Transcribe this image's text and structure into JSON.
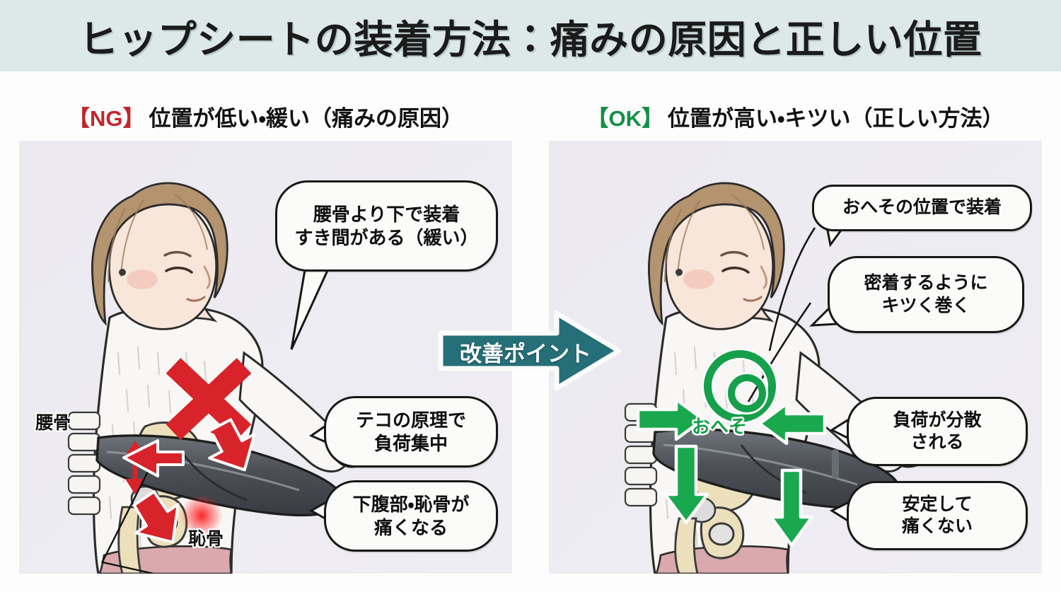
{
  "header": {
    "title": "ヒップシートの装着方法：痛みの原因と正しい位置",
    "bg_color": "#dde9e9"
  },
  "sections": {
    "ng": {
      "tag": "【NG】",
      "tag_color": "#c0262c",
      "heading": "位置が低い・緩い（痛みの原因）",
      "bubbles": [
        {
          "name": "bubble-worn-below-hipbone",
          "line1": "腰骨より下で装着",
          "line2": "すき間がある（緩い）"
        },
        {
          "name": "bubble-lever-load",
          "line1": "テコの原理で",
          "line2": "負荷集中"
        },
        {
          "name": "bubble-pain-location",
          "line1": "下腹部・恥骨が",
          "line2": "痛くなる"
        }
      ],
      "labels": [
        {
          "name": "label-hipbone",
          "text": "腰骨"
        },
        {
          "name": "label-pubic-bone",
          "text": "恥骨"
        }
      ],
      "marks": {
        "cross": "×",
        "cross_color": "#d8232a",
        "arrow_color": "#d8232a",
        "pain_glow_color": "#ef2020"
      }
    },
    "ok": {
      "tag": "【OK】",
      "tag_color": "#149046",
      "heading": "位置が高い・キツい（正しい方法）",
      "bubbles": [
        {
          "name": "bubble-wear-at-navel",
          "line1": "おへその位置で装着",
          "line2": ""
        },
        {
          "name": "bubble-wrap-tight",
          "line1": "密着するように",
          "line2": "キツく巻く"
        },
        {
          "name": "bubble-load-distributed",
          "line1": "負荷が分散",
          "line2": "される"
        },
        {
          "name": "bubble-stable-no-pain",
          "line1": "安定して",
          "line2": "痛くない"
        }
      ],
      "labels": [
        {
          "name": "label-navel",
          "text": "おへそ"
        }
      ],
      "marks": {
        "circle": "◎",
        "circle_color": "#16a04c",
        "arrow_color": "#1aa84f"
      }
    }
  },
  "center_arrow": {
    "label": "改善ポイント",
    "fill_color": "#256f78",
    "text_color": "#ffffff"
  },
  "palette": {
    "panel_bg": "#ebeaf0",
    "bubble_bg": "#fbfbfa",
    "bubble_border": "#171717",
    "hair": "#b29274",
    "skin": "#f3ded2",
    "sweater": "#f7f6f4",
    "pants": "#d9a9ad",
    "bone": "#ede0bd",
    "seat_dark": "#4f5359",
    "seat_light": "#82878d"
  }
}
